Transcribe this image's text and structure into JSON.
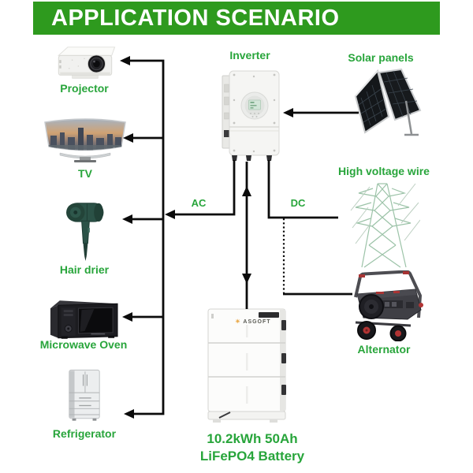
{
  "header": {
    "title": "APPLICATION SCENARIO"
  },
  "colors": {
    "header_bg": "#2e9a1e",
    "label_green": "#28a53b",
    "line": "#0b0b0b"
  },
  "appliances": [
    {
      "label": "Projector"
    },
    {
      "label": "TV"
    },
    {
      "label": "Hair drier"
    },
    {
      "label": "Microwave Oven"
    },
    {
      "label": "Refrigerator"
    }
  ],
  "inverter": {
    "label": "Inverter"
  },
  "battery": {
    "brand": "ASGOFT",
    "label_line1": "10.2kWh 50Ah",
    "label_line2": "LiFePO4 Battery"
  },
  "sources": [
    {
      "label": "Solar panels"
    },
    {
      "label": "High voltage wire"
    },
    {
      "label": "Alternator"
    }
  ],
  "connections": {
    "ac": "AC",
    "dc": "DC"
  }
}
